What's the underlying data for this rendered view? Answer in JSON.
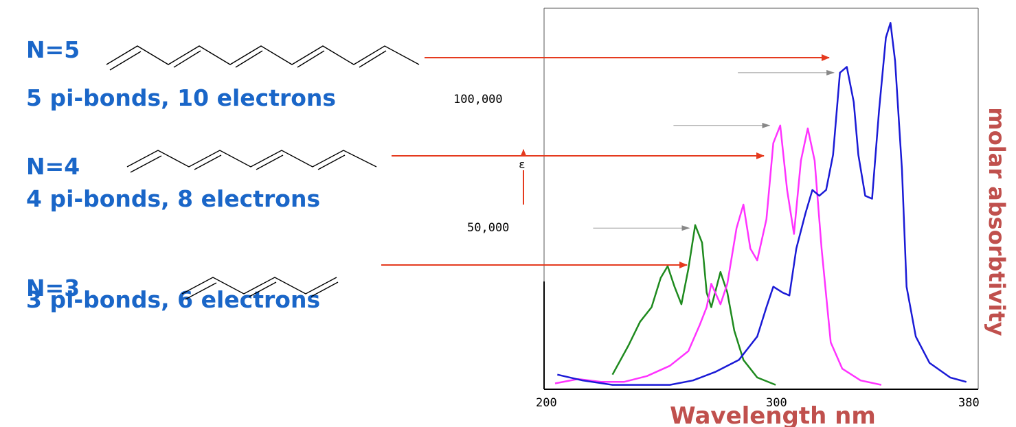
{
  "compounds": [
    {
      "label": "N=5",
      "desc": "5 pi-bonds, 10 electrons"
    },
    {
      "label": "N=4",
      "desc": "4 pi-bonds, 8 electrons"
    },
    {
      "label": "N=3",
      "desc": "3 pi-bonds, 6 electrons"
    }
  ],
  "colors": {
    "label_blue": "#1a66c8",
    "axis_title": "#c0504d",
    "arrow": "#e53a1e",
    "green": "#1e8a1e",
    "magenta": "#ff33ff",
    "blue": "#1a1ad6"
  },
  "chart_data": {
    "type": "line",
    "xlabel": "Wavelength nm",
    "ylabel": "molar absorbtivity",
    "epsilon_symbol": "ε",
    "x_ticks": [
      "200",
      "300",
      "380"
    ],
    "y_ticks": [
      "100,000",
      "50,000"
    ],
    "xlim": [
      200,
      380
    ],
    "ylim": [
      0,
      130000
    ],
    "series": [
      {
        "color": "#1e8a1e",
        "points": [
          [
            225,
            5000
          ],
          [
            232,
            15000
          ],
          [
            237,
            23000
          ],
          [
            242,
            28000
          ],
          [
            246,
            38000
          ],
          [
            249,
            42000
          ],
          [
            252,
            35000
          ],
          [
            255,
            29000
          ],
          [
            258,
            41000
          ],
          [
            261,
            56000
          ],
          [
            264,
            50000
          ],
          [
            266,
            33000
          ],
          [
            268,
            28000
          ],
          [
            270,
            34000
          ],
          [
            272,
            40000
          ],
          [
            275,
            33000
          ],
          [
            278,
            20000
          ],
          [
            282,
            10000
          ],
          [
            288,
            4000
          ],
          [
            296,
            1500
          ]
        ]
      },
      {
        "color": "#ff33ff",
        "points": [
          [
            200,
            2000
          ],
          [
            210,
            3500
          ],
          [
            220,
            2500
          ],
          [
            230,
            2500
          ],
          [
            240,
            4500
          ],
          [
            250,
            8000
          ],
          [
            258,
            13000
          ],
          [
            263,
            22000
          ],
          [
            266,
            28000
          ],
          [
            268,
            36000
          ],
          [
            272,
            29000
          ],
          [
            275,
            36000
          ],
          [
            279,
            55000
          ],
          [
            282,
            63000
          ],
          [
            285,
            48000
          ],
          [
            288,
            44000
          ],
          [
            292,
            58000
          ],
          [
            295,
            84000
          ],
          [
            298,
            90000
          ],
          [
            301,
            68000
          ],
          [
            304,
            53000
          ],
          [
            307,
            78000
          ],
          [
            310,
            89000
          ],
          [
            313,
            78000
          ],
          [
            316,
            48000
          ],
          [
            320,
            16000
          ],
          [
            325,
            7000
          ],
          [
            333,
            3000
          ],
          [
            342,
            1500
          ]
        ]
      },
      {
        "color": "#1a1ad6",
        "points": [
          [
            201,
            5000
          ],
          [
            212,
            3000
          ],
          [
            225,
            1500
          ],
          [
            240,
            1500
          ],
          [
            250,
            1500
          ],
          [
            260,
            3000
          ],
          [
            270,
            6000
          ],
          [
            280,
            10000
          ],
          [
            288,
            18000
          ],
          [
            292,
            28000
          ],
          [
            295,
            35000
          ],
          [
            299,
            33000
          ],
          [
            302,
            32000
          ],
          [
            305,
            48000
          ],
          [
            309,
            60000
          ],
          [
            312,
            68000
          ],
          [
            315,
            66000
          ],
          [
            318,
            68000
          ],
          [
            321,
            80000
          ],
          [
            324,
            108000
          ],
          [
            327,
            110000
          ],
          [
            330,
            98000
          ],
          [
            332,
            80000
          ],
          [
            335,
            66000
          ],
          [
            338,
            65000
          ],
          [
            341,
            95000
          ],
          [
            344,
            120000
          ],
          [
            346,
            125000
          ],
          [
            348,
            112000
          ],
          [
            351,
            75000
          ],
          [
            353,
            35000
          ],
          [
            357,
            18000
          ],
          [
            363,
            9000
          ],
          [
            372,
            4000
          ],
          [
            379,
            2500
          ]
        ]
      }
    ],
    "reference_marks": [
      {
        "series": 0,
        "x": 262,
        "y": 55000
      },
      {
        "series": 1,
        "x": 297,
        "y": 90000
      },
      {
        "series": 2,
        "x": 325,
        "y": 108000
      }
    ]
  }
}
